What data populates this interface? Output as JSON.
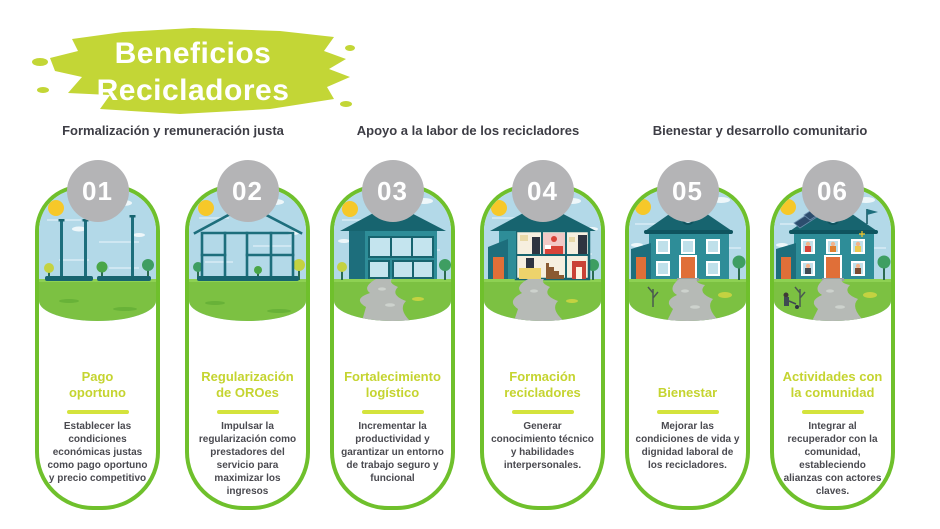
{
  "header": {
    "title_line1": "Beneficios",
    "title_line2": "Recicladores"
  },
  "group_headers": [
    {
      "label": "Formalización y remuneración justa"
    },
    {
      "label": "Apoyo a la labor de los recicladores"
    },
    {
      "label": "Bienestar y desarrollo comunitario"
    }
  ],
  "cards": [
    {
      "number": "01",
      "title": "Pago\noportuno",
      "body": "Establecer las condiciones económicas justas como pago oportuno y precio competitivo",
      "stage": "foundation-posts"
    },
    {
      "number": "02",
      "title": "Regularización\nde OROes",
      "body": "Impulsar la regularización como prestadores del servicio para maximizar los ingresos",
      "stage": "house-frame"
    },
    {
      "number": "03",
      "title": "Fortalecimiento\nlogístico",
      "body": "Incrementar la productividad y garantizar un entorno de trabajo seguro y funcional",
      "stage": "house-shell"
    },
    {
      "number": "04",
      "title": "Formación\nrecicladores",
      "body": "Generar conocimiento técnico y habilidades interpersonales.",
      "stage": "house-interior"
    },
    {
      "number": "05",
      "title": "Bienestar",
      "body": "Mejorar las condiciones de vida y dignidad laboral de los recicladores.",
      "stage": "house-complete"
    },
    {
      "number": "06",
      "title": "Actividades con\nla comunidad",
      "body": "Integrar al recuperador con la comunidad, estableciendo alianzas con actores claves.",
      "stage": "house-community"
    }
  ],
  "colors": {
    "brush_lime": "#c3d636",
    "card_border_green": "#6fc02c",
    "title_lime": "#c5d430",
    "underline_lime": "#d4e33c",
    "number_circle_gray": "#b4b4b6",
    "body_text_gray": "#4a4a50",
    "sky_blue": "#b3d9e8",
    "grass_green": "#7cc142",
    "house_teal": "#2e8d98",
    "house_teal_dark": "#17646f",
    "door_orange": "#e06f38",
    "sun_yellow": "#f6c829",
    "path_gray": "#b6bab6"
  }
}
